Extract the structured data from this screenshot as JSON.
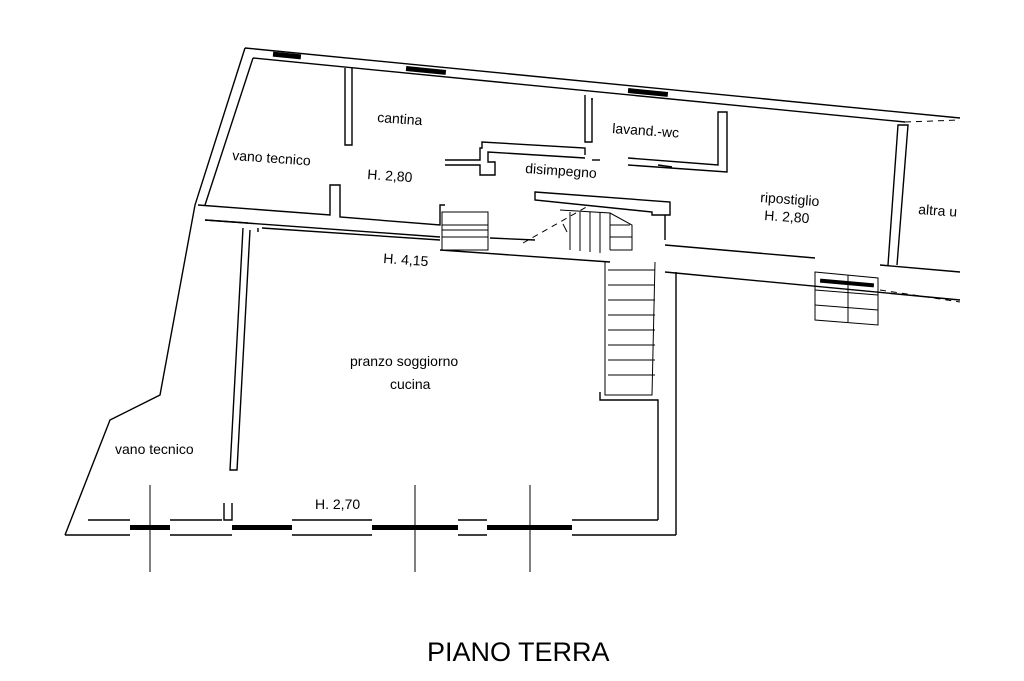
{
  "plan_title": "PIANO TERRA",
  "rooms": {
    "vano_tecnico_top": "vano tecnico",
    "cantina": "cantina",
    "cantina_height": "H. 2,80",
    "lavand_wc": "lavand.-wc",
    "disimpegno": "disimpegno",
    "ripostiglio": "ripostiglio",
    "ripostiglio_height": "H. 2,80",
    "altra": "altra u",
    "corridor_height": "H. 4,15",
    "pranzo_line1": "pranzo soggiorno",
    "pranzo_line2": "cucina",
    "vano_tecnico_bottom": "vano tecnico",
    "pranzo_height": "H. 2,70"
  }
}
